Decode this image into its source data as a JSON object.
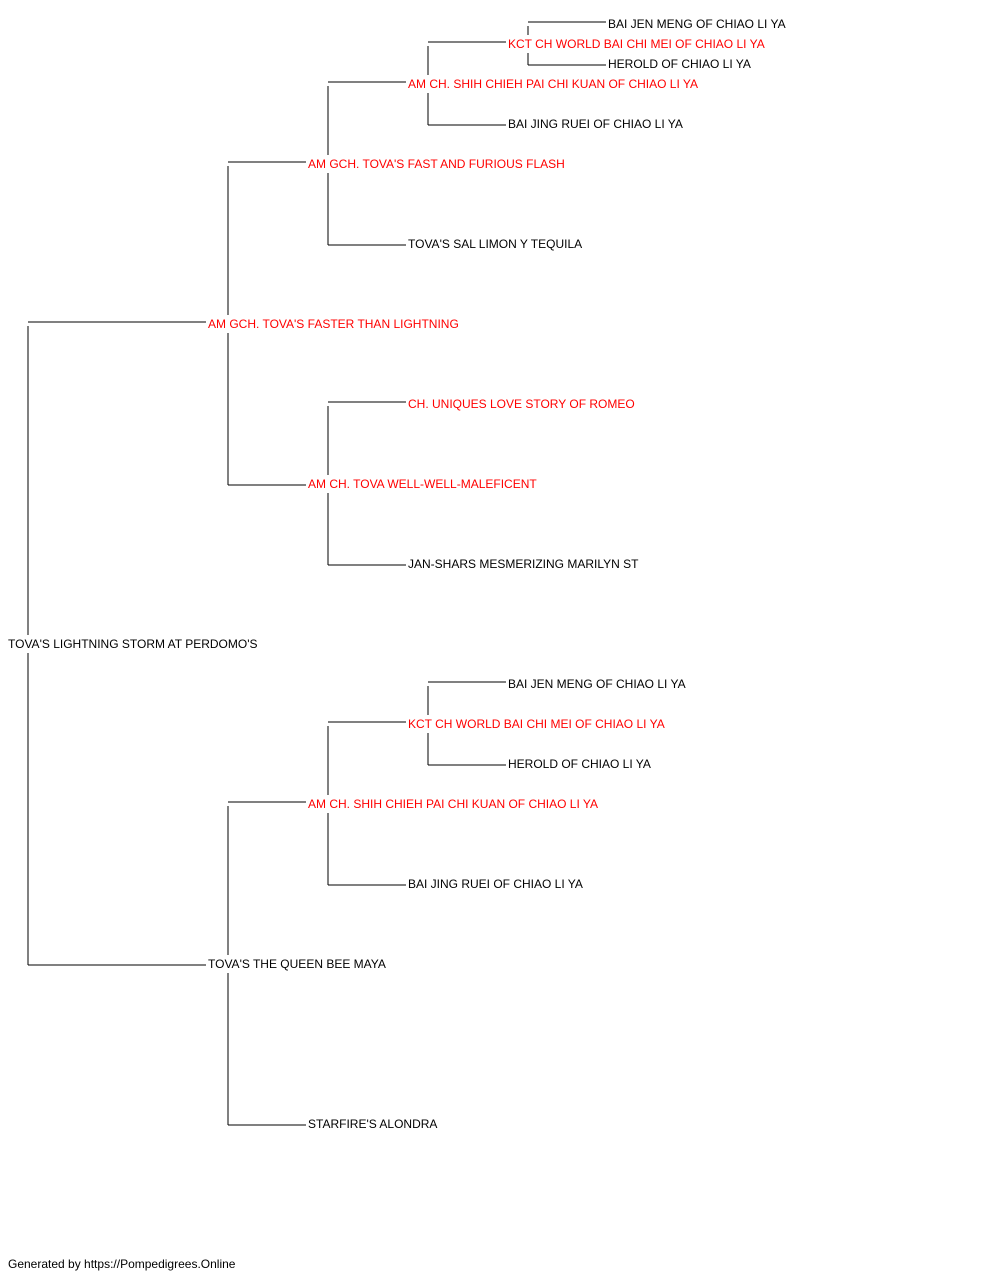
{
  "colors": {
    "titled": "#ff0000",
    "untitled": "#000000",
    "line": "#000000"
  },
  "pedigree": {
    "subject": {
      "name": "TOVA'S LIGHTNING STORM AT PERDOMO'S",
      "titled": false
    },
    "sire": {
      "name": "AM GCH. TOVA'S FASTER THAN LIGHTNING",
      "titled": true
    },
    "dam": {
      "name": "TOVA'S THE QUEEN BEE MAYA",
      "titled": false
    },
    "sire_sire": {
      "name": "AM GCH. TOVA'S FAST AND FURIOUS FLASH",
      "titled": true
    },
    "sire_dam": {
      "name": "AM CH. TOVA WELL-WELL-MALEFICENT",
      "titled": true
    },
    "dam_sire": {
      "name": "AM CH. SHIH CHIEH PAI CHI KUAN OF CHIAO LI YA",
      "titled": true
    },
    "dam_dam": {
      "name": "STARFIRE'S ALONDRA",
      "titled": false
    },
    "sire_sire_sire": {
      "name": "AM CH. SHIH CHIEH PAI CHI KUAN OF CHIAO LI YA",
      "titled": true
    },
    "sire_sire_dam": {
      "name": "TOVA'S SAL LIMON Y TEQUILA",
      "titled": false
    },
    "sire_dam_sire": {
      "name": "CH. UNIQUES LOVE STORY OF ROMEO",
      "titled": true
    },
    "sire_dam_dam": {
      "name": "JAN-SHARS MESMERIZING MARILYN ST",
      "titled": false
    },
    "dam_sire_sire": {
      "name": "KCT CH WORLD BAI CHI MEI OF CHIAO LI YA",
      "titled": true
    },
    "dam_sire_dam": {
      "name": "BAI JING RUEI OF CHIAO LI YA",
      "titled": false
    },
    "sire_sire_sire_sire": {
      "name": "KCT CH WORLD BAI CHI MEI OF CHIAO LI YA",
      "titled": true
    },
    "sire_sire_sire_dam": {
      "name": "BAI JING RUEI OF CHIAO LI YA",
      "titled": false
    },
    "dam_sire_sire_sire": {
      "name": "BAI JEN MENG OF CHIAO LI YA",
      "titled": false
    },
    "dam_sire_sire_dam": {
      "name": "HEROLD OF CHIAO LI YA",
      "titled": false
    },
    "ssss_sire": {
      "name": "BAI JEN MENG OF CHIAO LI YA",
      "titled": false
    },
    "ssss_dam": {
      "name": "HEROLD OF CHIAO LI YA",
      "titled": false
    }
  },
  "footer": "Generated by https://Pompedigrees.Online"
}
